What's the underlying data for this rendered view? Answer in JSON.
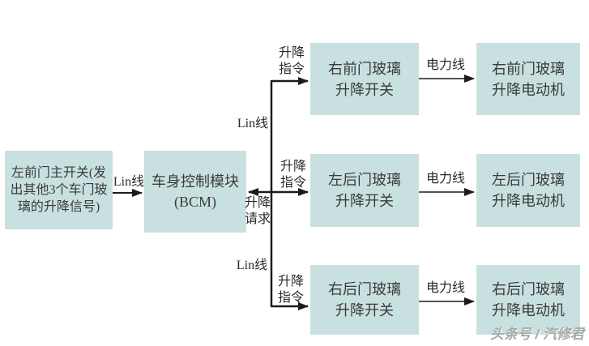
{
  "diagram": {
    "boxes": {
      "master_switch": {
        "text": "左前门主开关(发出其他3个车门玻璃的升降信号)"
      },
      "bcm": {
        "line1": "车身控制模块",
        "line2": "(BCM)"
      },
      "switch_front_right": {
        "line1": "右前门玻璃",
        "line2": "升降开关"
      },
      "switch_rear_left": {
        "line1": "左后门玻璃",
        "line2": "升降开关"
      },
      "switch_rear_right": {
        "line1": "右后门玻璃",
        "line2": "升降开关"
      },
      "motor_front_right": {
        "line1": "右前门玻璃",
        "line2": "升降电动机"
      },
      "motor_rear_left": {
        "line1": "左后门玻璃",
        "line2": "升降电动机"
      },
      "motor_rear_right": {
        "line1": "右后门玻璃",
        "line2": "升降电动机"
      }
    },
    "labels": {
      "lin_bus": "Lin线",
      "lift_command": {
        "line1": "升降",
        "line2": "指令"
      },
      "lift_request": {
        "line1": "升降",
        "line2": "请求"
      },
      "power_line": "电力线"
    },
    "colors": {
      "box_fill": "#c8e1e0",
      "box_text": "#3a3a3a",
      "line": "#1b1b1b",
      "watermark": "#a3a8a8"
    }
  },
  "watermark": "头条号 / 汽修君"
}
